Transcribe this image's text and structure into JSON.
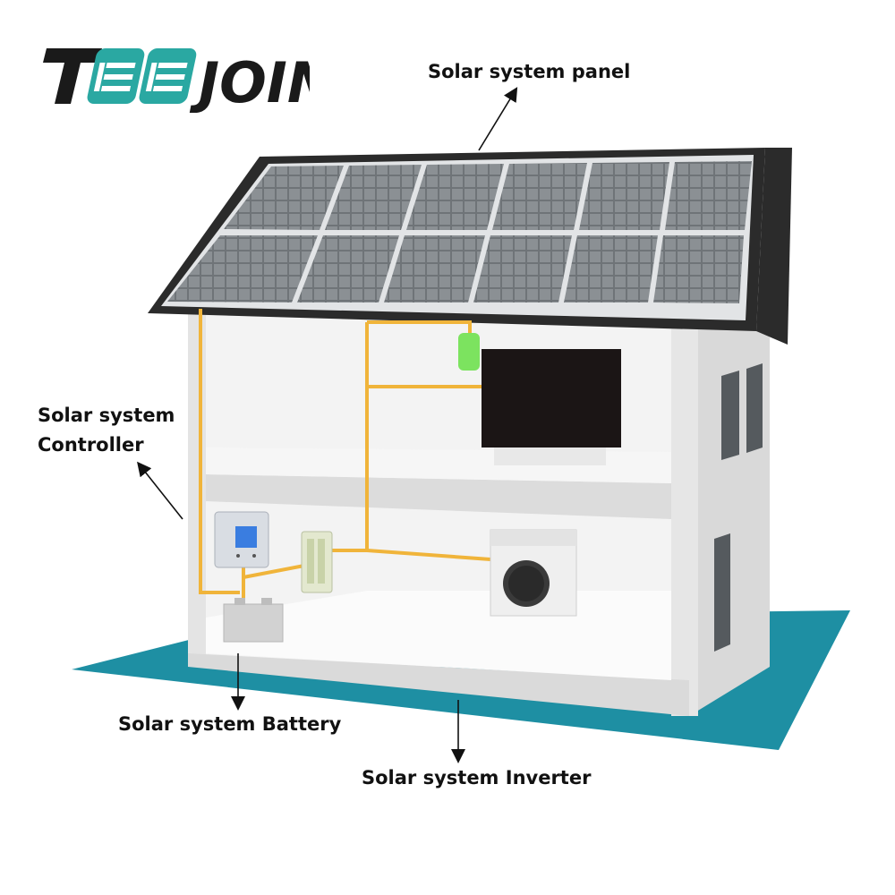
{
  "logo": {
    "text": "TEEJOIN",
    "prefix": "T",
    "suffix": "JOIN",
    "colors": {
      "dark": "#1a1a1a",
      "accent": "#2aa8a2"
    }
  },
  "labels": {
    "panel": "Solar system panel",
    "controller_line1": "Solar system",
    "controller_line2": "Controller",
    "battery": "Solar system Battery",
    "inverter": "Solar system Inverter"
  },
  "colors": {
    "floor": "#1e8fa3",
    "wire": "#f0b43a",
    "roof_frame": "#2b2b2b",
    "panel_cell": "#7d8185",
    "wall": "#eeeeee",
    "tv": "#1b1515",
    "controller_screen": "#3a7de0"
  },
  "icons": [
    "arrow-icon",
    "solar-panel-icon",
    "house-icon",
    "controller-icon",
    "battery-icon",
    "inverter-icon",
    "washing-machine-icon",
    "tv-icon",
    "light-bulb-icon"
  ]
}
